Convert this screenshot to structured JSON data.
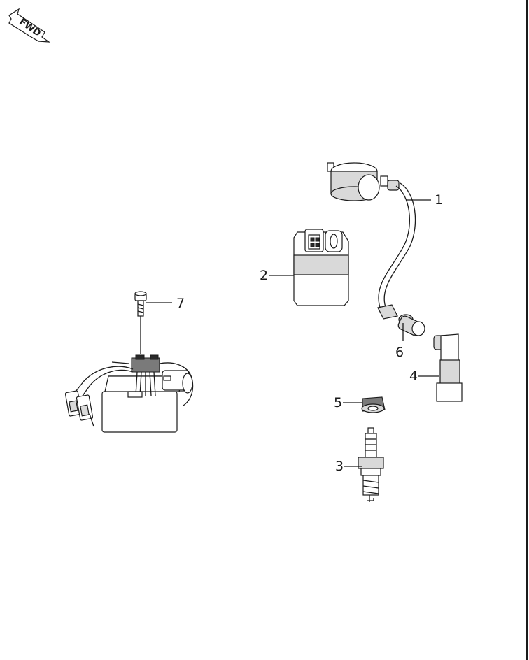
{
  "fwd_label": "FWD",
  "callouts": [
    {
      "id": "1",
      "label": "1"
    },
    {
      "id": "2",
      "label": "2"
    },
    {
      "id": "3",
      "label": "3"
    },
    {
      "id": "4",
      "label": "4"
    },
    {
      "id": "5",
      "label": "5"
    },
    {
      "id": "6",
      "label": "6"
    },
    {
      "id": "7",
      "label": "7"
    }
  ]
}
